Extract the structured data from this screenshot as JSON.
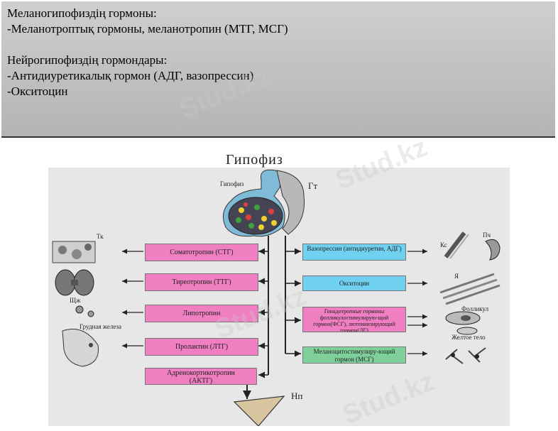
{
  "text_block": {
    "line1": "Меланогипофиздің гормоны:",
    "line2": "-Меланотроптық гормоны, меланотропин (МТГ, МСГ)",
    "line3": "Нейрогипофиздің гормондары:",
    "line4": "-Антидиуретикалық гормон (АДГ, вазопрессин)",
    "line5": "-Окситоцин"
  },
  "diagram": {
    "title": "Гипофиз",
    "labels": {
      "hypophysis": "Гипофиз",
      "gt": "Гт",
      "np": "Нп",
      "tk": "Тк",
      "shzh": "Щж",
      "breast": "Грудная железа",
      "ks": "Кс",
      "pch": "Пч",
      "ya": "Я",
      "follicle": "Фолликул",
      "yellow_body": "Желтое тело"
    },
    "left_hormones": [
      "Соматотропин (СТГ)",
      "Тиреотропин (ТТГ)",
      "Липотропин",
      "Пролактин (ЛТГ)",
      "Адренокортикотропин (АКТГ)"
    ],
    "right_hormones": [
      "Вазопрессин (антидиуретин, АДГ)",
      "Окситоцин",
      "Гонадотропные гормоны фолликулостимулирую-щий гормон(ФСГ), лютеинизирующий гормон(ЛГ)",
      "Меланоцитостимулиру-ющий гормон (МСГ)"
    ],
    "colors": {
      "left_box": "#f07fc2",
      "right_box": "#6fd0ef"
    }
  },
  "watermark": "Stud.kz"
}
